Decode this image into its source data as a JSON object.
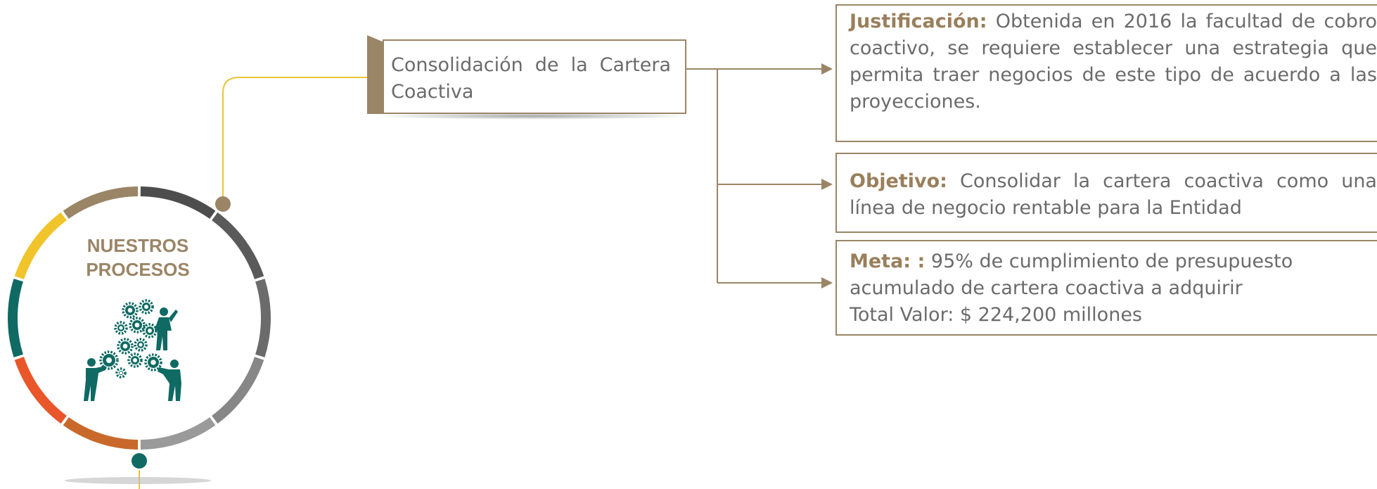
{
  "title_box": {
    "text": "Consolidación de la Cartera Coactiva"
  },
  "circle": {
    "label_line1": "NUESTROS",
    "label_line2": "PROCESOS",
    "icon": "people-building-gears-icon",
    "segment_colors": [
      "#9a8566",
      "#4d4d4d",
      "#5a5a5a",
      "#6b6b6b",
      "#878787",
      "#9a9a9a",
      "#c8692b",
      "#e8562a",
      "#0f6a63",
      "#f0c42a"
    ]
  },
  "boxes": [
    {
      "label": "Justificación:",
      "text": "Obtenida en 2016 la facultad de cobro coactivo, se requiere establecer una estrategia que permita traer negocios de este tipo de acuerdo a las proyecciones."
    },
    {
      "label": "Objetivo:",
      "text": "Consolidar la cartera coactiva como una línea de negocio rentable para la Entidad"
    },
    {
      "label": "Meta: :",
      "text": "95% de cumplimiento de presupuesto acumulado de cartera coactiva a adquirir",
      "line2": "Total Valor: $ 224,200 millones"
    }
  ],
  "colors": {
    "accent": "#9a8566",
    "connector_yellow": "#e8c43a",
    "teal": "#0f6a63",
    "text": "#6b6b6b"
  }
}
